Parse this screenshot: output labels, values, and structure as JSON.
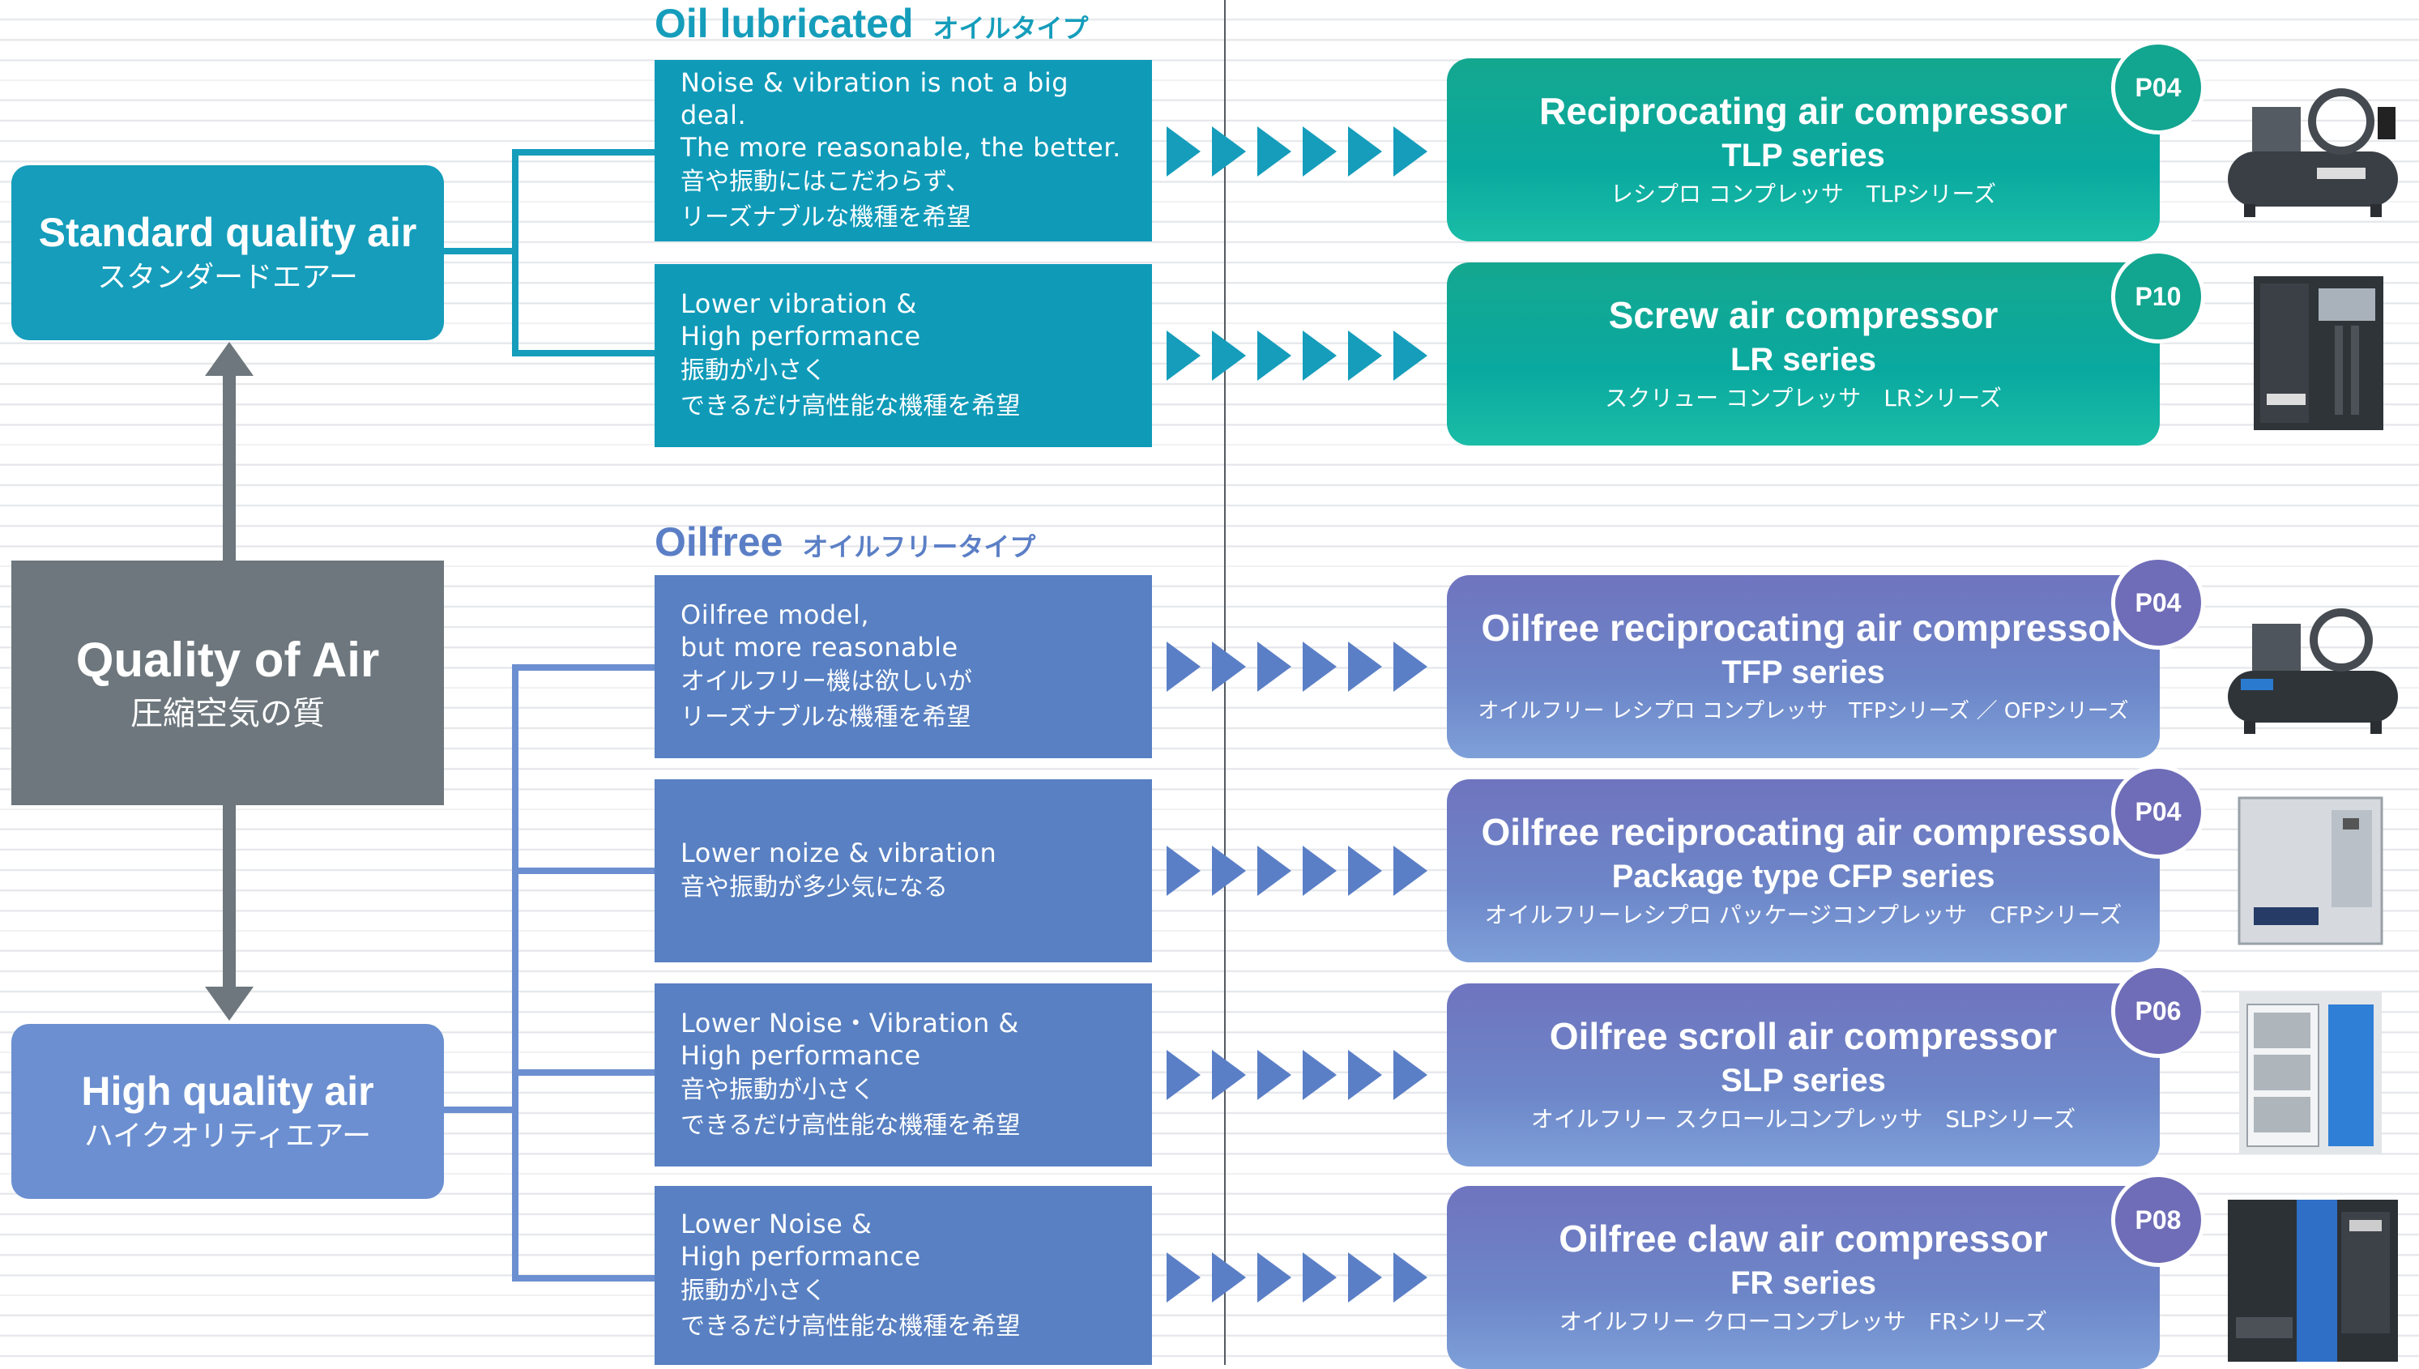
{
  "left_column": {
    "standard": {
      "en": "Standard quality air",
      "ja": "スタンダードエアー"
    },
    "quality": {
      "en": "Quality of Air",
      "ja": "圧縮空気の質"
    },
    "high": {
      "en": "High quality air",
      "ja": "ハイクオリティエアー"
    }
  },
  "sections": {
    "oil": {
      "en": "Oil lubricated",
      "ja": "オイルタイプ"
    },
    "free": {
      "en": "Oilfree",
      "ja": "オイルフリータイプ"
    }
  },
  "colors": {
    "teal": "#159dbb",
    "green_teal": "#12a58f",
    "blue": "#5880c2",
    "violet": "#6f6db8",
    "grey": "#6d777d"
  },
  "needs": [
    {
      "en1": "Noise & vibration is not a big deal.",
      "en2": "The more reasonable, the better.",
      "ja1": "音や振動にはこだわらず、",
      "ja2": "リーズナブルな機種を希望"
    },
    {
      "en1": "Lower vibration &",
      "en2": "High performance",
      "ja1": "振動が小さく",
      "ja2": "できるだけ高性能な機種を希望"
    },
    {
      "en1": "Oilfree model,",
      "en2": "but more reasonable",
      "ja1": "オイルフリー機は欲しいが",
      "ja2": "リーズナブルな機種を希望"
    },
    {
      "en1": "Lower noize & vibration",
      "ja1": "音や振動が多少気になる"
    },
    {
      "en1": "Lower Noise・Vibration &",
      "en2": "High performance",
      "ja1": "音や振動が小さく",
      "ja2": "できるだけ高性能な機種を希望"
    },
    {
      "en1": "Lower Noise &",
      "en2": "High performance",
      "ja1": "振動が小さく",
      "ja2": "できるだけ高性能な機種を希望"
    }
  ],
  "products": [
    {
      "name": "Reciprocating air compressor",
      "series": "TLP series",
      "ja": "レシプロ コンプレッサ　TLPシリーズ",
      "page": "P04",
      "icon": "reciprocating-compressor-icon"
    },
    {
      "name": "Screw air compressor",
      "series": "LR series",
      "ja": "スクリュー コンプレッサ　LRシリーズ",
      "page": "P10",
      "icon": "screw-compressor-icon"
    },
    {
      "name": "Oilfree reciprocating air compressor",
      "series": "TFP series",
      "ja": "オイルフリー レシプロ コンプレッサ　TFPシリーズ ／ OFPシリーズ",
      "page": "P04",
      "icon": "oilfree-reciprocating-compressor-icon"
    },
    {
      "name": "Oilfree reciprocating air compressor",
      "series": "Package type  CFP series",
      "ja": "オイルフリーレシプロ パッケージコンプレッサ　CFPシリーズ",
      "page": "P04",
      "icon": "package-compressor-icon"
    },
    {
      "name": "Oilfree scroll air compressor",
      "series": "SLP series",
      "ja": "オイルフリー スクロールコンプレッサ　SLPシリーズ",
      "page": "P06",
      "icon": "scroll-compressor-icon"
    },
    {
      "name": "Oilfree claw air compressor",
      "series": "FR series",
      "ja": "オイルフリー クローコンプレッサ　FRシリーズ",
      "page": "P08",
      "icon": "claw-compressor-icon"
    }
  ]
}
